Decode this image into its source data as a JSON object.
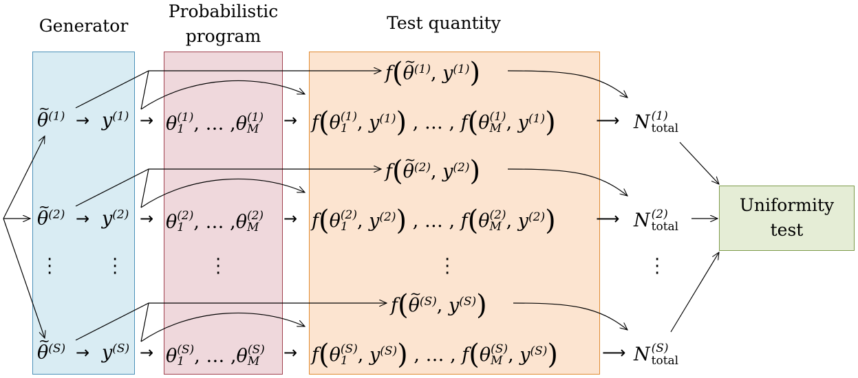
{
  "columns": {
    "generator": "Generator",
    "program_line1": "Probabilistic",
    "program_line2": "program",
    "test": "Test quantity"
  },
  "uniformity": {
    "line1": "Uniformity",
    "line2": "test"
  },
  "rows": [
    {
      "idx": "(1)"
    },
    {
      "idx": "(2)"
    },
    {
      "idx": "(S)"
    }
  ],
  "labels": {
    "theta": "θ",
    "y": "y",
    "f": "f",
    "N": "N",
    "total": "total",
    "sub1": "1",
    "subM": "M",
    "comma": ",",
    "ellipsis": "…"
  },
  "colors": {
    "generator_fill": "#d9ecf3",
    "generator_border": "#4a90b8",
    "program_fill": "#efd8dc",
    "program_border": "#a0404e",
    "test_fill": "#fce4d0",
    "test_border": "#e08a30",
    "uniformity_fill": "#e5edd6",
    "uniformity_border": "#7d9a4a"
  }
}
